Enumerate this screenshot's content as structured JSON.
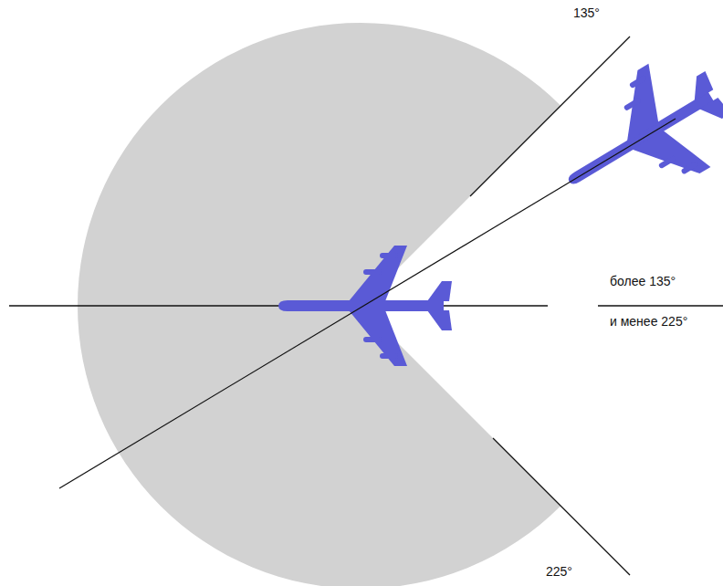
{
  "diagram": {
    "labels": [
      "135°",
      "225°",
      "более 135°",
      "и менее 225°"
    ]
  }
}
